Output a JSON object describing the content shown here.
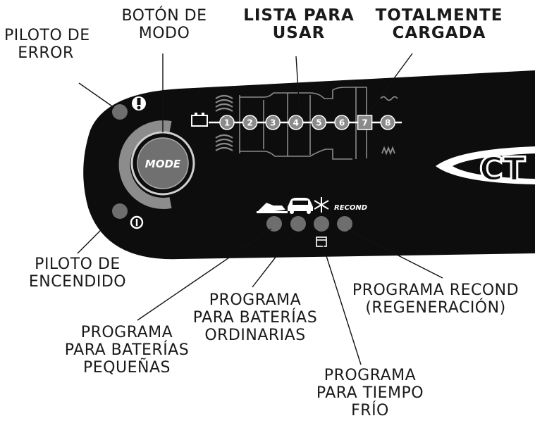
{
  "labels": {
    "piloto_error": [
      "PILOTO DE",
      "ERROR"
    ],
    "boton_modo": [
      "BOTÓN DE",
      "MODO"
    ],
    "lista_para_usar": [
      "LISTA PARA",
      "USAR"
    ],
    "totalmente_cargada": [
      "TOTALMENTE",
      "CARGADA"
    ],
    "piloto_encendido": [
      "PILOTO DE",
      "ENCENDIDO"
    ],
    "programa_baterias_pequenas": [
      "PROGRAMA",
      "PARA BATERÍAS",
      "PEQUEÑAS"
    ],
    "programa_baterias_ordinarias": [
      "PROGRAMA",
      "PARA BATERÍAS",
      "ORDINARIAS"
    ],
    "programa_tiempo_frio": [
      "PROGRAMA",
      "PARA TIEMPO",
      "FRÍO"
    ],
    "programa_recond": [
      "PROGRAMA RECOND",
      "(REGENERACIÓN)"
    ]
  },
  "panel": {
    "mode_button_text": "MODE",
    "recond_text": "RECOND",
    "brand_text": "CT",
    "steps": [
      "1",
      "2",
      "3",
      "4",
      "5",
      "6",
      "7",
      "8"
    ]
  }
}
